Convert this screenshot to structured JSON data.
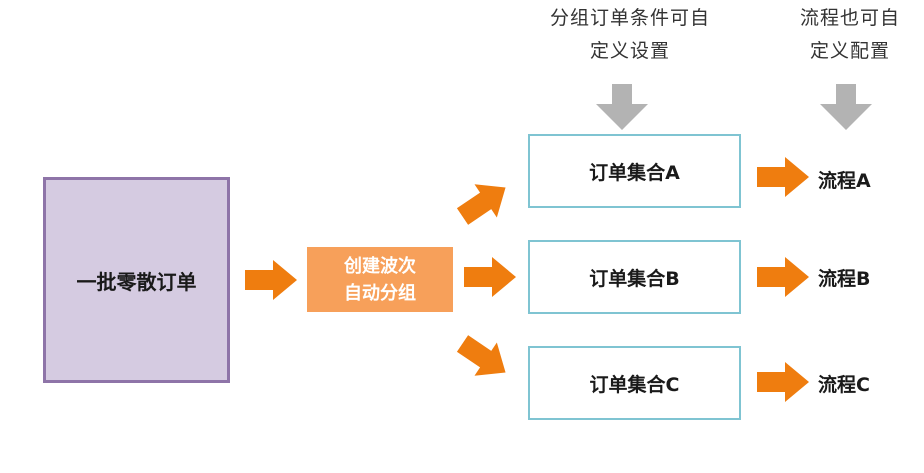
{
  "notes": {
    "group_condition": [
      "分组订单条件可自",
      "定义设置"
    ],
    "flow_custom": [
      "流程也可自",
      "定义配置"
    ]
  },
  "source": {
    "label": "一批零散订单"
  },
  "wave": {
    "lines": [
      "创建波次",
      "自动分组"
    ]
  },
  "sets": [
    {
      "label": "订单集合A",
      "flow": "流程A"
    },
    {
      "label": "订单集合B",
      "flow": "流程B"
    },
    {
      "label": "订单集合C",
      "flow": "流程C"
    }
  ],
  "colors": {
    "arrow": "#ef7d0f",
    "gray_arrow": "#b3b3b3",
    "source_fill": "#d5cbe1",
    "source_border": "#8e74a8",
    "wave_fill": "#f7a05a",
    "set_border": "#7fc4d2"
  }
}
